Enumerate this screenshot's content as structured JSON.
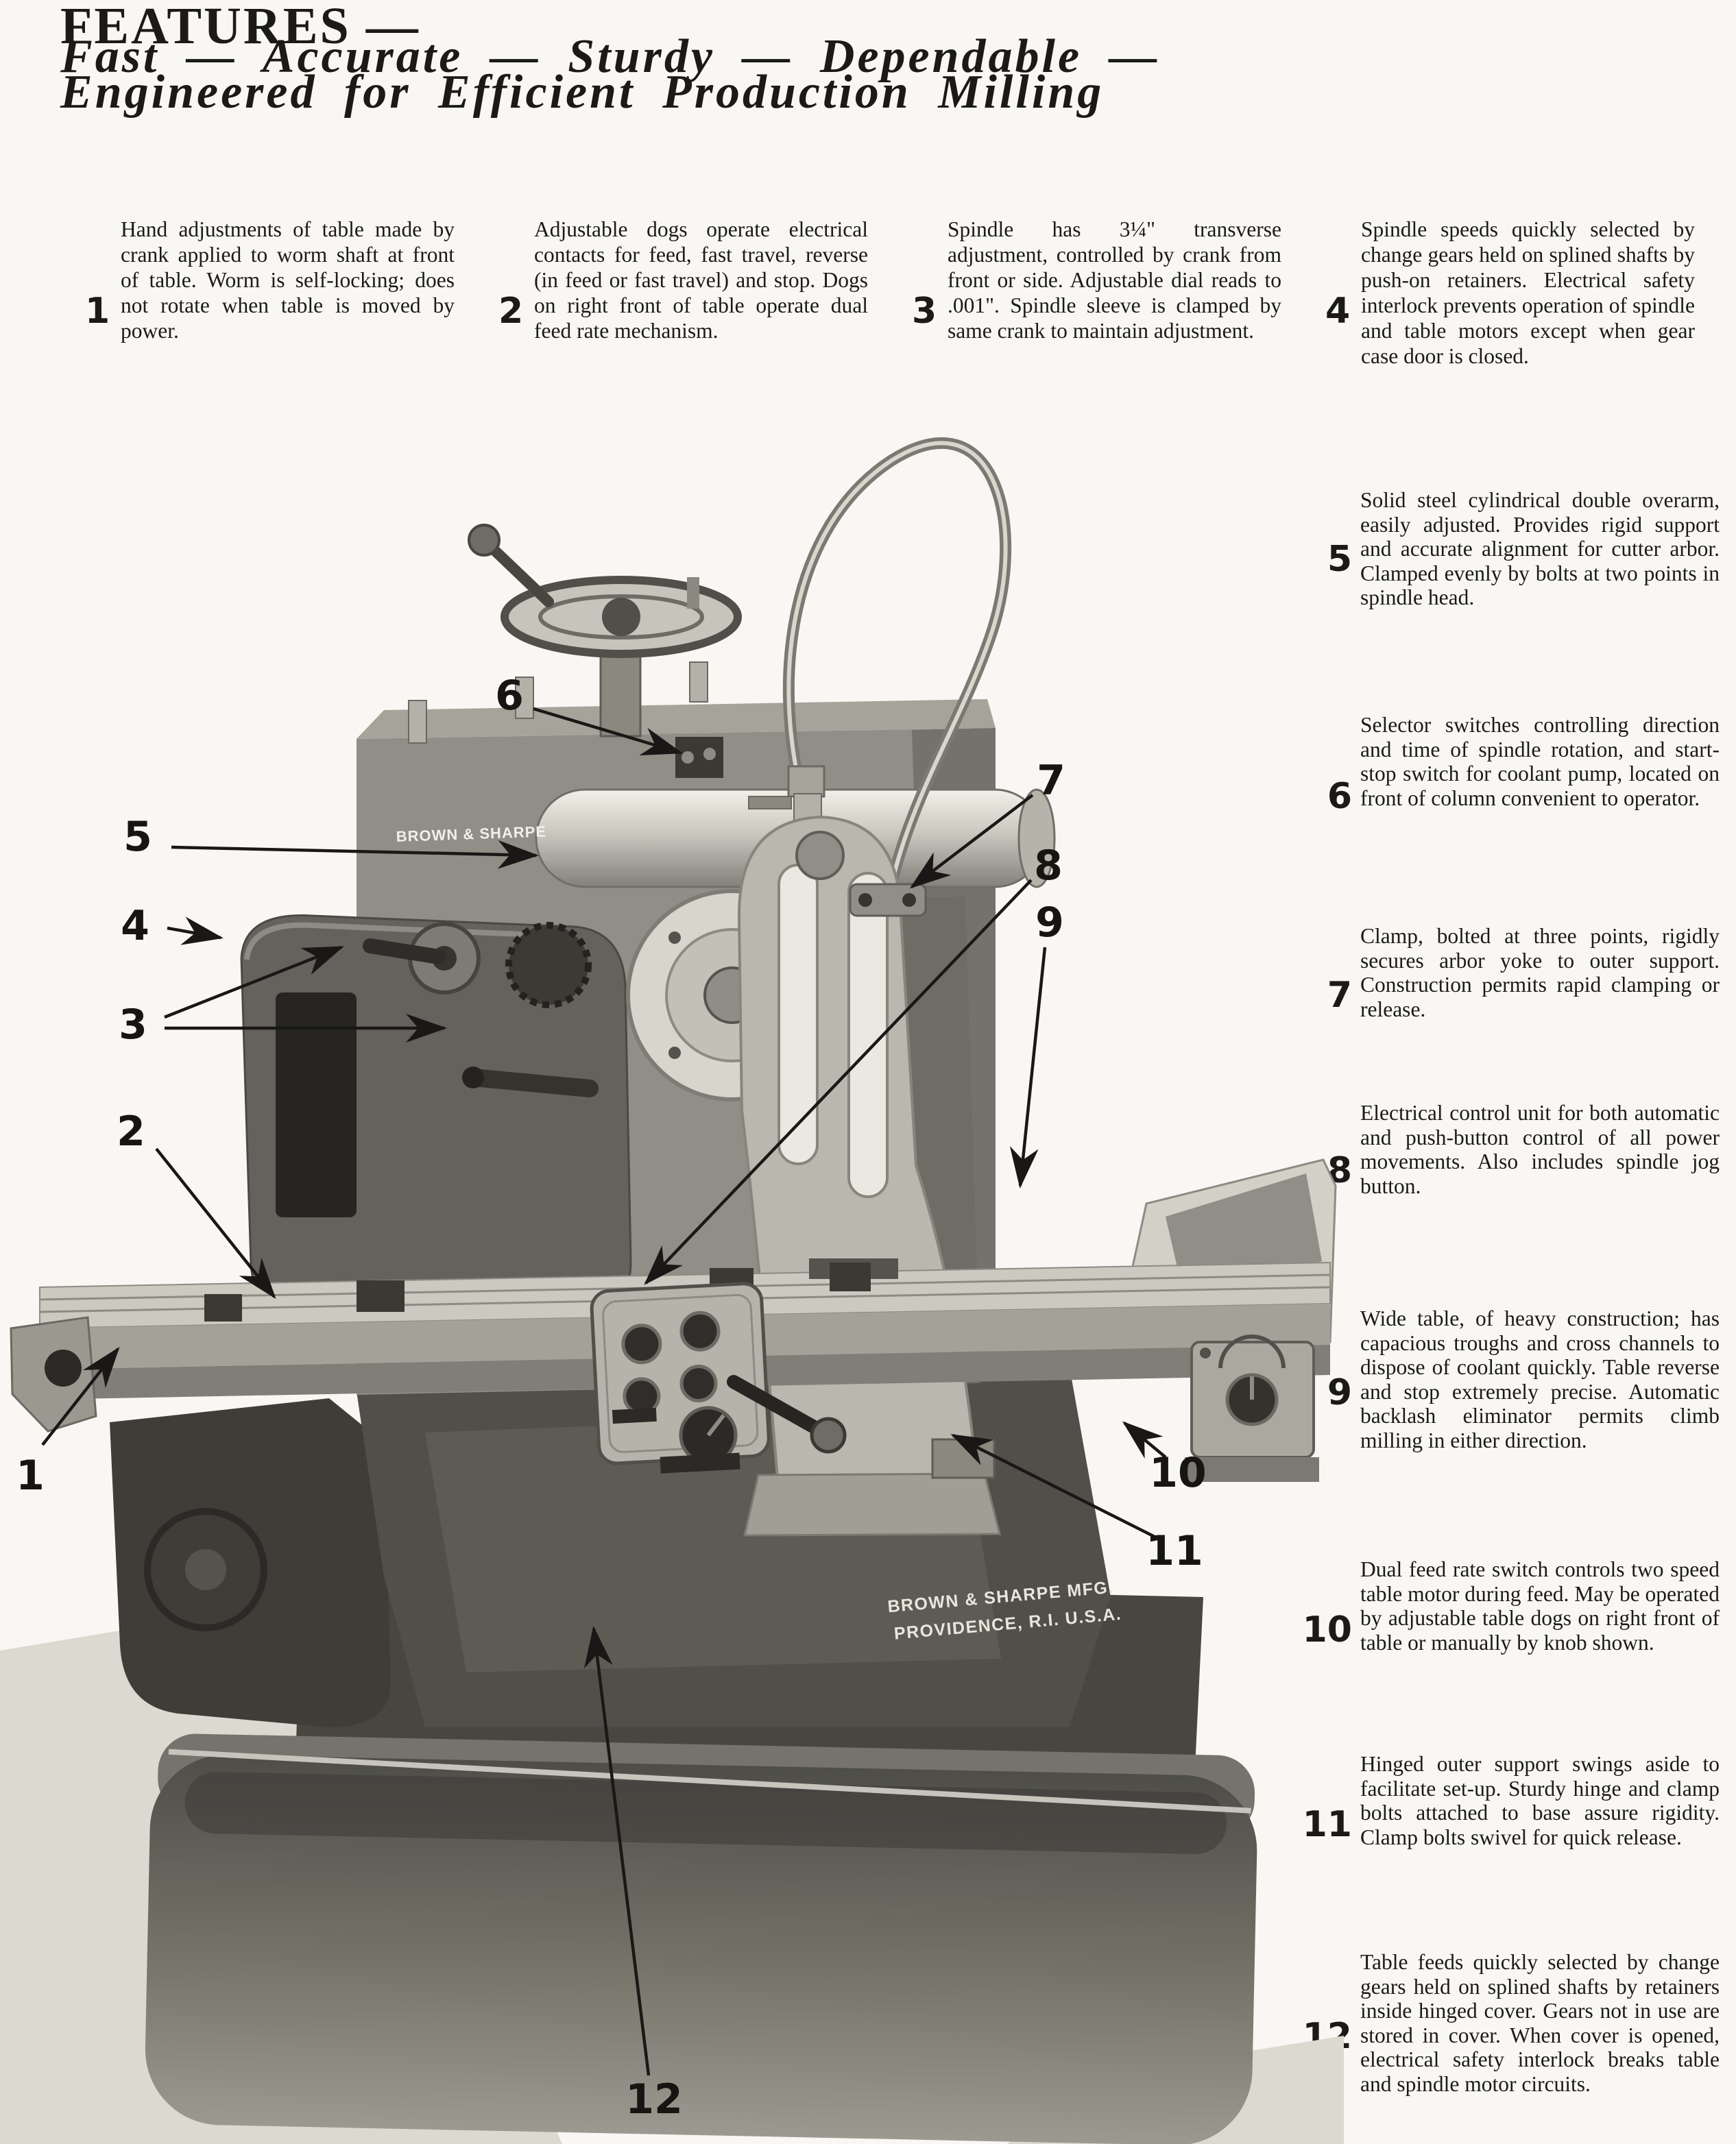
{
  "header": {
    "title": "FEATURES —",
    "subtitle_line1": "Fast — Accurate — Sturdy — Dependable —",
    "subtitle_line2": "Engineered for Efficient Production Milling"
  },
  "top_features": [
    {
      "num": "1",
      "text": "Hand adjustments of table made by crank applied to worm shaft at front of table. Worm is self-locking; does not rotate when table is moved by power."
    },
    {
      "num": "2",
      "text": "Adjustable dogs operate electrical contacts for feed, fast travel, reverse (in feed or fast travel) and stop. Dogs on right front of table operate dual feed rate mechanism."
    },
    {
      "num": "3",
      "text": "Spindle has 3¼\" transverse adjustment, controlled by crank from front or side. Adjustable dial reads to .001\". Spindle sleeve is clamped by same crank to maintain adjustment."
    },
    {
      "num": "4",
      "text": "Spindle speeds quickly selected by change gears held on splined shafts by push-on retainers. Electrical safety interlock prevents operation of spindle and table motors except when gear case door is closed."
    }
  ],
  "side_features": [
    {
      "num": "5",
      "text": "Solid steel cylindrical double overarm, easily adjusted. Provides rigid support and accurate alignment for cutter arbor. Clamped evenly by bolts at two points in spindle head."
    },
    {
      "num": "6",
      "text": "Selector switches controlling direction and time of spindle rotation, and start-stop switch for coolant pump, located on front of column convenient to operator."
    },
    {
      "num": "7",
      "text": "Clamp, bolted at three points, rigidly secures arbor yoke to outer support. Construction permits rapid clamping or release."
    },
    {
      "num": "8",
      "text": "Electrical control unit for both automatic and push-button control of all power movements. Also includes spindle jog button."
    },
    {
      "num": "9",
      "text": "Wide table, of heavy construction; has capacious troughs and cross channels to dispose of coolant quickly. Table reverse and stop extremely precise. Automatic backlash eliminator permits climb milling in either direction."
    },
    {
      "num": "10",
      "text": "Dual feed rate switch controls two speed table motor during feed. May be operated by adjustable table dogs on right front of table or manually by knob shown."
    },
    {
      "num": "11",
      "text": "Hinged outer support swings aside to facilitate set-up. Sturdy hinge and clamp bolts attached to base assure rigidity. Clamp bolts swivel for quick release."
    },
    {
      "num": "12",
      "text": "Table feeds quickly selected by change gears held on splined shafts by retainers inside hinged cover. Gears not in use are stored in cover. When cover is opened, electrical safety interlock breaks table and spindle motor circuits."
    }
  ],
  "photo": {
    "head_label": "BROWN & SHARPE",
    "base_label_line1": "BROWN & SHARPE MFG.",
    "base_label_line2": "PROVIDENCE, R.I. U.S.A.",
    "callouts": [
      "1",
      "2",
      "3",
      "4",
      "5",
      "6",
      "7",
      "8",
      "9",
      "10",
      "11",
      "12"
    ]
  },
  "colors": {
    "ink": "#1b1a18",
    "paper": "#f8f7f3",
    "photo_light_gray": "#d2d0c7",
    "photo_mid_gray": "#908e86",
    "photo_dark_gray": "#47463f"
  }
}
